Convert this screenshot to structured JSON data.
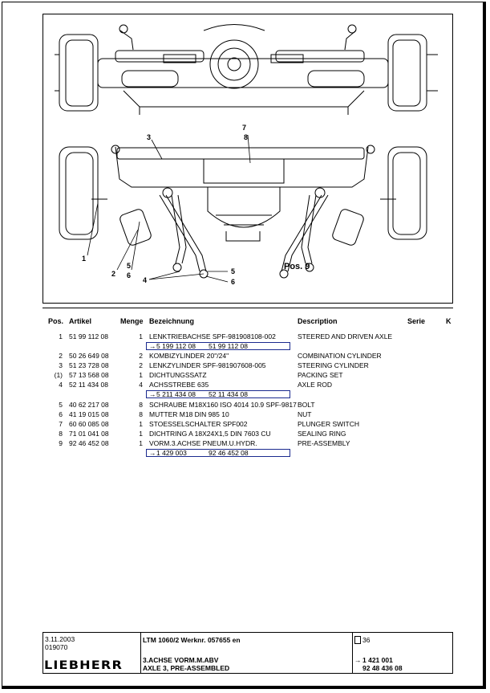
{
  "drawing": {
    "position_label": "Pos.  9"
  },
  "callouts": [
    "1",
    "2",
    "3",
    "4",
    "5",
    "6",
    "5",
    "6",
    "7",
    "8"
  ],
  "table": {
    "headers": {
      "pos": "Pos.",
      "article": "Artikel",
      "qty": "Menge",
      "designation": "Bezeichnung",
      "description": "Description",
      "series": "Serie",
      "k": "K"
    },
    "rows": [
      {
        "pos": "1",
        "article": "51 99 112 08",
        "qty": "1",
        "designation": "LENKTRIEBACHSE SPF-981908108-002",
        "description": "STEERED AND DRIVEN AXLE"
      },
      {
        "pos": "2",
        "article": "50 26 649 08",
        "qty": "2",
        "designation": "KOMBIZYLINDER 20\"/24\"",
        "description": "COMBINATION CYLINDER"
      },
      {
        "pos": "3",
        "article": "51 23 728 08",
        "qty": "2",
        "designation": "LENKZYLINDER SPF-981907608-005",
        "description": "STEERING CYLINDER"
      },
      {
        "pos": "(1)",
        "article": "57 13 568 08",
        "qty": "1",
        "designation": "DICHTUNGSSATZ",
        "description": "PACKING SET"
      },
      {
        "pos": "4",
        "article": "52 11 434 08",
        "qty": "4",
        "designation": "ACHSSTREBE 635",
        "description": "AXLE ROD"
      },
      {
        "pos": "5",
        "article": "40 62 217 08",
        "qty": "8",
        "designation": "SCHRAUBE M18X160 ISO 4014 10.9 SPF-9817",
        "description": "BOLT"
      },
      {
        "pos": "6",
        "article": "41 19 015 08",
        "qty": "8",
        "designation": "MUTTER M18 DIN 985 10",
        "description": "NUT"
      },
      {
        "pos": "7",
        "article": "60 60 085 08",
        "qty": "1",
        "designation": "STOESSELSCHALTER SPF002",
        "description": "PLUNGER SWITCH"
      },
      {
        "pos": "8",
        "article": "71 01 041 08",
        "qty": "1",
        "designation": "DICHTRING A 18X24X1,5 DIN 7603 CU",
        "description": "SEALING RING"
      },
      {
        "pos": "9",
        "article": "92 46 452 08",
        "qty": "1",
        "designation": "VORM.3.ACHSE PNEUM.U.HYDR.",
        "description": "PRE-ASSEMBLY"
      }
    ],
    "references": [
      {
        "arrow": "→",
        "a": "5 199 112 08",
        "b": "51 99 112 08"
      },
      {
        "arrow": "→",
        "a": "5 211 434 08",
        "b": "52 11 434 08"
      },
      {
        "arrow": "→",
        "a": "1 429 003",
        "b": "92 46 452 08"
      }
    ]
  },
  "footer": {
    "date": "3.11.2003",
    "code": "019070",
    "brand": "LIEBHERR",
    "model": "LTM 1060/2 Werknr. 057655 en",
    "title_de": "3.ACHSE VORM.M.ABV",
    "title_en": "AXLE 3, PRE-ASSEMBLED",
    "page": "36",
    "ref_arrow": "→",
    "ref_a": "1 421 001",
    "ref_b": "92 48 436 08"
  }
}
